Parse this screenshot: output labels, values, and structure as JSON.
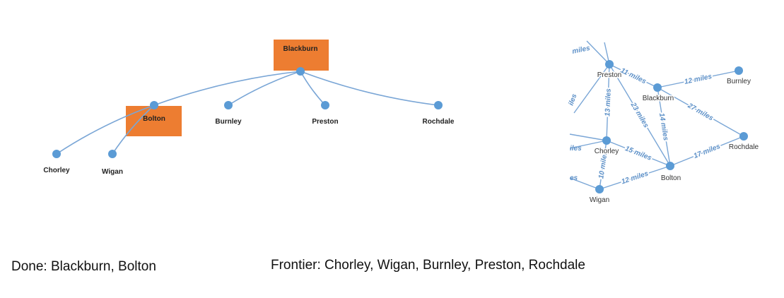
{
  "colors": {
    "edge": "#7aa6d6",
    "node": "#5b9bd5",
    "highlight": "#ed7d31",
    "edge_label": "#5b8fc7"
  },
  "search_tree": {
    "nodes": [
      {
        "id": "Blackburn",
        "label": "Blackburn",
        "highlighted": true
      },
      {
        "id": "Bolton",
        "label": "Bolton",
        "highlighted": true
      },
      {
        "id": "Burnley",
        "label": "Burnley",
        "highlighted": false
      },
      {
        "id": "Preston",
        "label": "Preston",
        "highlighted": false
      },
      {
        "id": "Rochdale",
        "label": "Rochdale",
        "highlighted": false
      },
      {
        "id": "Chorley",
        "label": "Chorley",
        "highlighted": false
      },
      {
        "id": "Wigan",
        "label": "Wigan",
        "highlighted": false
      }
    ],
    "edges": [
      [
        "Blackburn",
        "Bolton"
      ],
      [
        "Blackburn",
        "Burnley"
      ],
      [
        "Blackburn",
        "Preston"
      ],
      [
        "Blackburn",
        "Rochdale"
      ],
      [
        "Bolton",
        "Chorley"
      ],
      [
        "Bolton",
        "Wigan"
      ]
    ]
  },
  "map_graph": {
    "nodes": [
      "Preston",
      "Blackburn",
      "Burnley",
      "Rochdale",
      "Chorley",
      "Bolton",
      "Wigan"
    ],
    "edges": [
      {
        "a": "Preston",
        "b": "Blackburn",
        "label": "11 miles"
      },
      {
        "a": "Blackburn",
        "b": "Burnley",
        "label": "12 miles"
      },
      {
        "a": "Preston",
        "b": "Chorley",
        "label": "13 miles"
      },
      {
        "a": "Preston",
        "b": "Bolton",
        "label": "23 miles"
      },
      {
        "a": "Blackburn",
        "b": "Bolton",
        "label": "14 miles"
      },
      {
        "a": "Blackburn",
        "b": "Rochdale",
        "label": "27 miles"
      },
      {
        "a": "Chorley",
        "b": "Bolton",
        "label": "15 miles"
      },
      {
        "a": "Bolton",
        "b": "Rochdale",
        "label": "17 miles"
      },
      {
        "a": "Chorley",
        "b": "Wigan",
        "label": "10 miles"
      },
      {
        "a": "Wigan",
        "b": "Bolton",
        "label": "12 miles"
      }
    ],
    "partial_labels": [
      "miles",
      "iles",
      "iles",
      "es"
    ]
  },
  "status": {
    "done": "Done: Blackburn, Bolton",
    "frontier": "Frontier: Chorley, Wigan, Burnley, Preston, Rochdale"
  }
}
